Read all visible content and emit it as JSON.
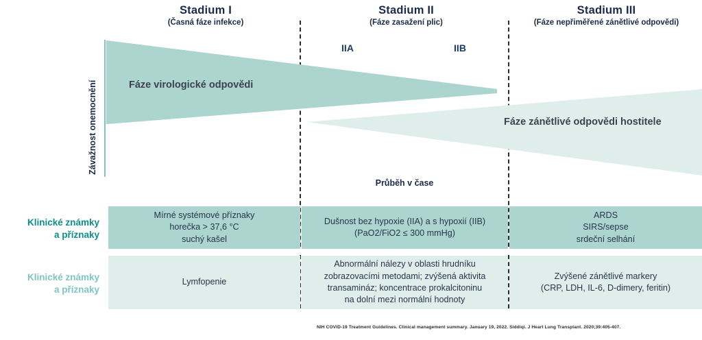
{
  "stages": [
    {
      "title": "Stadium I",
      "subtitle": "(Časná fáze infekce)"
    },
    {
      "title": "Stadium II",
      "subtitle": "(Fáze zasažení plic)"
    },
    {
      "title": "Stadium III",
      "subtitle": "(Fáze nepřiměřené zánětlivé odpovědi)"
    }
  ],
  "substages": {
    "iia": "IIA",
    "iib": "IIB"
  },
  "axes": {
    "y_label": "Závažnost onemocnění",
    "time_caption": "Průběh v čase"
  },
  "wedges": {
    "viral": "Fáze virologické odpovědi",
    "inflammatory": "Fáze zánětlivé odpovědi hostitele"
  },
  "rows": [
    {
      "label_line1": "Klinické známky",
      "label_line2": "a příznaky",
      "cells": [
        "Mírné systémové příznaky\nhorečka > 37,6 °C\nsuchý kašel",
        "Dušnost bez hypoxie (IIA) a s hypoxií (IIB)\n(PaO2/FiO2 ≤ 300 mmHg)",
        "ARDS\nSIRS/sepse\nsrdeční selhání"
      ]
    },
    {
      "label_line1": "Klinické známky",
      "label_line2": "a příznaky",
      "cells": [
        "Lymfopenie",
        "Abnormální nálezy v oblasti hrudníku\nzobrazovacími metodami; zvýšená aktivita\ntransamináz; koncentrace prokalcitoninu\nna dolní mezi normální hodnoty",
        "Zvýšené zánětlivé markery\n(CRP, LDH, IL-6, D-dimery, feritin)"
      ]
    }
  ],
  "footer": "NIH COVID-19 Treatment Guidelines. Clinical management summary. January 19, 2022. Siddiqi. J Heart Lung Transplant. 2020;39:405-407.",
  "colors": {
    "wedge_viral": "#abd5ce",
    "wedge_inflammatory": "#e0eeeb",
    "row1_bg": "#abd5ce",
    "row2_bg": "#e0eeeb",
    "label_dark": "#0d8f89",
    "label_light": "#7fc5c0",
    "heading": "#1b2a4a"
  }
}
